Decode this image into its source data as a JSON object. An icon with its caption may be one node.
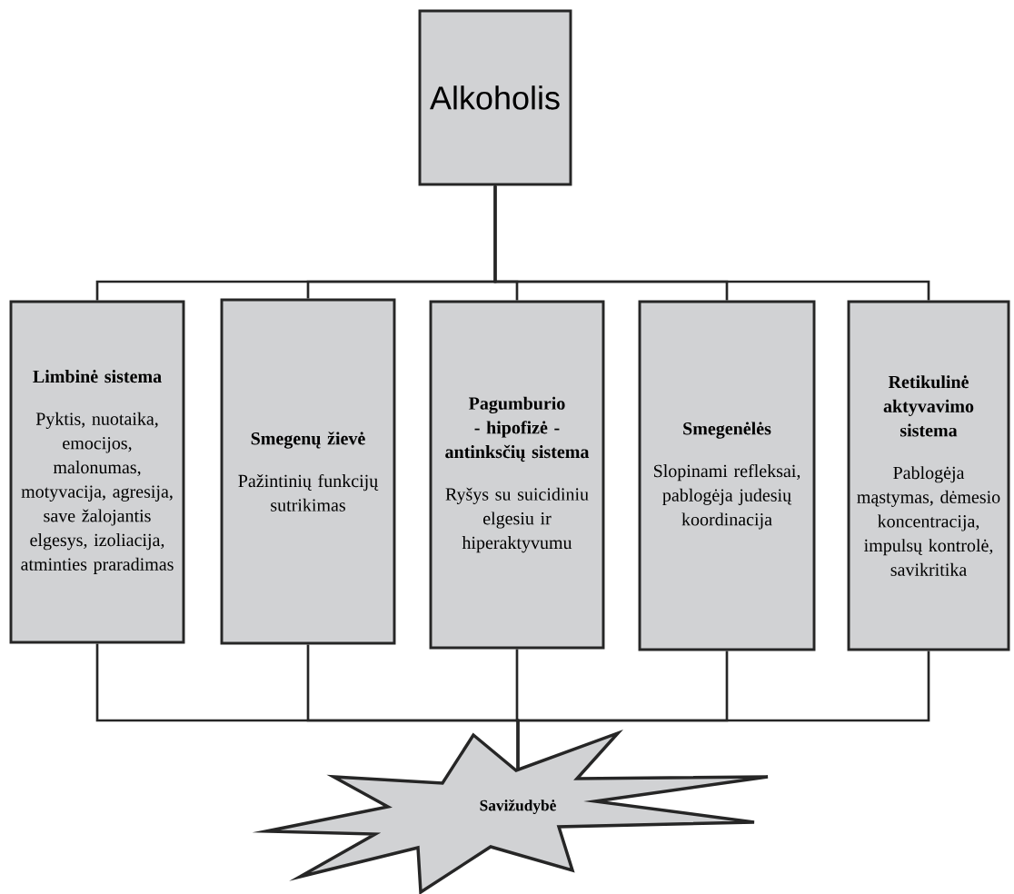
{
  "diagram": {
    "nodes": [
      {
        "text": [
          "Alkoholis"
        ]
      },
      {
        "text": [
          "Limbinė sistema",
          "Pyktis, nuotaika, emocijos, malonumas, motyvacija, agresija, save žalojantis elgesys, izoliacija, atminties praradimas"
        ]
      },
      {
        "text": [
          "Smegenų žievė",
          "Pažintinių funkcijų sutrikimas"
        ]
      },
      {
        "text": [
          "Pagumburio - hipofizė - antinksčių sistema",
          "Ryšys su suicidiniu elgesiu ir hiperaktyvumu"
        ]
      },
      {
        "text": [
          "Smegenėlės",
          "Slopinami refleksai, pablogėja judesių koordinacija"
        ]
      },
      {
        "text": [
          "Retikulinė aktyvavimo sistema",
          "Pablogėja mąstymas, dėmesio koncentracija, impulsų kontrolė, savikritika"
        ]
      },
      {
        "text": [
          "Savižudybė"
        ]
      }
    ],
    "edges": [
      {
        "from": 0,
        "to": 1,
        "arrow": "none"
      },
      {
        "from": 0,
        "to": 2,
        "arrow": "none"
      },
      {
        "from": 0,
        "to": 3,
        "arrow": "none"
      },
      {
        "from": 0,
        "to": 4,
        "arrow": "none"
      },
      {
        "from": 0,
        "to": 5,
        "arrow": "none"
      },
      {
        "from": 1,
        "to": 6,
        "arrow": "none"
      },
      {
        "from": 2,
        "to": 6,
        "arrow": "none"
      },
      {
        "from": 3,
        "to": 6,
        "arrow": "none"
      },
      {
        "from": 4,
        "to": 6,
        "arrow": "none"
      },
      {
        "from": 5,
        "to": 6,
        "arrow": "none"
      }
    ]
  }
}
